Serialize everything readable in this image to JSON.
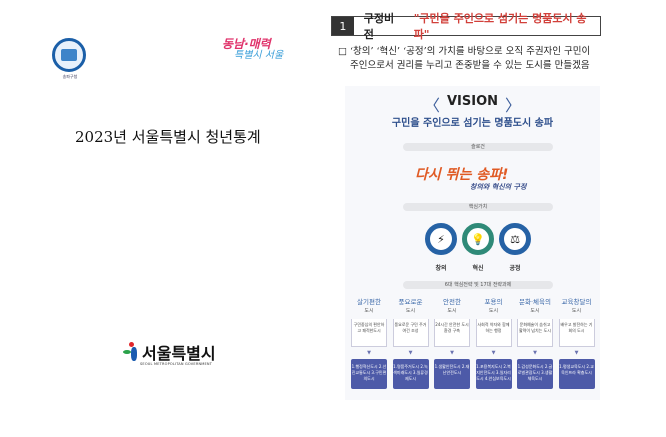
{
  "left_page": {
    "title": "2023년 서울특별시 청년통계",
    "logo_seal_caption": "송파구청",
    "logo_slogan": {
      "line1": "동남·매력",
      "line2": "특별시 서울"
    },
    "seoul_logo": {
      "name": "서울특별시",
      "sub": "SEOUL METROPOLITAN GOVERNMENT"
    }
  },
  "right_page": {
    "section_number": "1",
    "section_label": "구정비전",
    "section_quote": "\"구민을 주인으로 섬기는 명품도시 송파\"",
    "bullet_line1": "□ ‘창의’ ‘혁신’ ‘공정’의 가치를 바탕으로 오직 주권자인 구민이",
    "bullet_line2": "주인으로서 권리를 누리고 존중받을 수 있는 도시를 만들겠음",
    "vision": {
      "title": "VISION",
      "subtitle": "구민을 주인으로 섬기는 명품도시 송파",
      "slogan_label": "슬로건",
      "slogan": "다시 뛰는 송파!",
      "slogan_sub": "창의와 혁신의 구정",
      "values_label": "핵심가치",
      "values": [
        "창의",
        "혁신",
        "공정"
      ],
      "strategy_label": "6대 핵심전략 및 17대 전략과제",
      "strategies": [
        {
          "name": "살기편한",
          "suffix": "도시",
          "desc": "구민중심의 편안하고 쾌적한도시",
          "tasks": "1.행정혁신도시 2.선진교통도시 3.구민편의도시"
        },
        {
          "name": "풍요로운",
          "suffix": "도시",
          "desc": "풍요로운 구민 주거여건 조성",
          "tasks": "1.명품주거도시 2.녹색미래도시 3.일류경제도시"
        },
        {
          "name": "안전한",
          "suffix": "도시",
          "desc": "24시간 안전한 도시환경 구축",
          "tasks": "1.생활안전도시 2.재난안전도시"
        },
        {
          "name": "포용의",
          "suffix": "도시",
          "desc": "사회적 약자와 함께하는 행정",
          "tasks": "1.포용복지도시 2.복지안전도시 3.일자리도시 4.안심보육도시"
        },
        {
          "name": "문화·체육의",
          "suffix": "도시",
          "desc": "문화예술이 숨쉬고 활력이 넘치는 도시",
          "tasks": "1.감성문화도시 2.글로벌관광도시 3.생활체육도시"
        },
        {
          "name": "교육창달의",
          "suffix": "도시",
          "desc": "배우고 발전하는 기회의 도시",
          "tasks": "1.평생교육도시 2.교육인프라 확충도시"
        }
      ]
    }
  }
}
